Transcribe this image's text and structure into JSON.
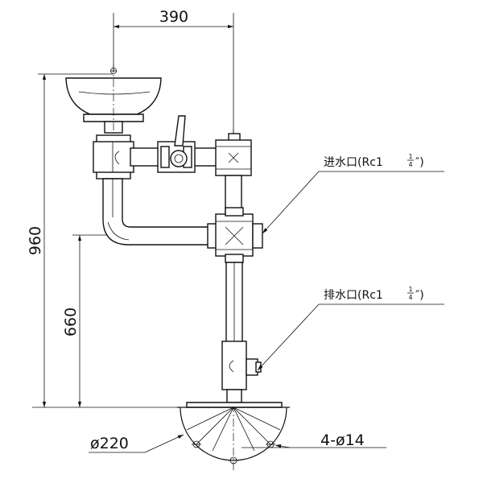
{
  "dimensions": {
    "width_390": "390",
    "height_960": "960",
    "height_660": "660",
    "base_diameter": "ø220",
    "holes": "4-ø14"
  },
  "callouts": {
    "inlet": {
      "label": "进水口(Rc1",
      "frac_num": "1",
      "frac_den": "4",
      "suffix": "″)"
    },
    "drain": {
      "label": "排水口(Rc1",
      "frac_num": "1",
      "frac_den": "4",
      "suffix": "″)"
    }
  }
}
